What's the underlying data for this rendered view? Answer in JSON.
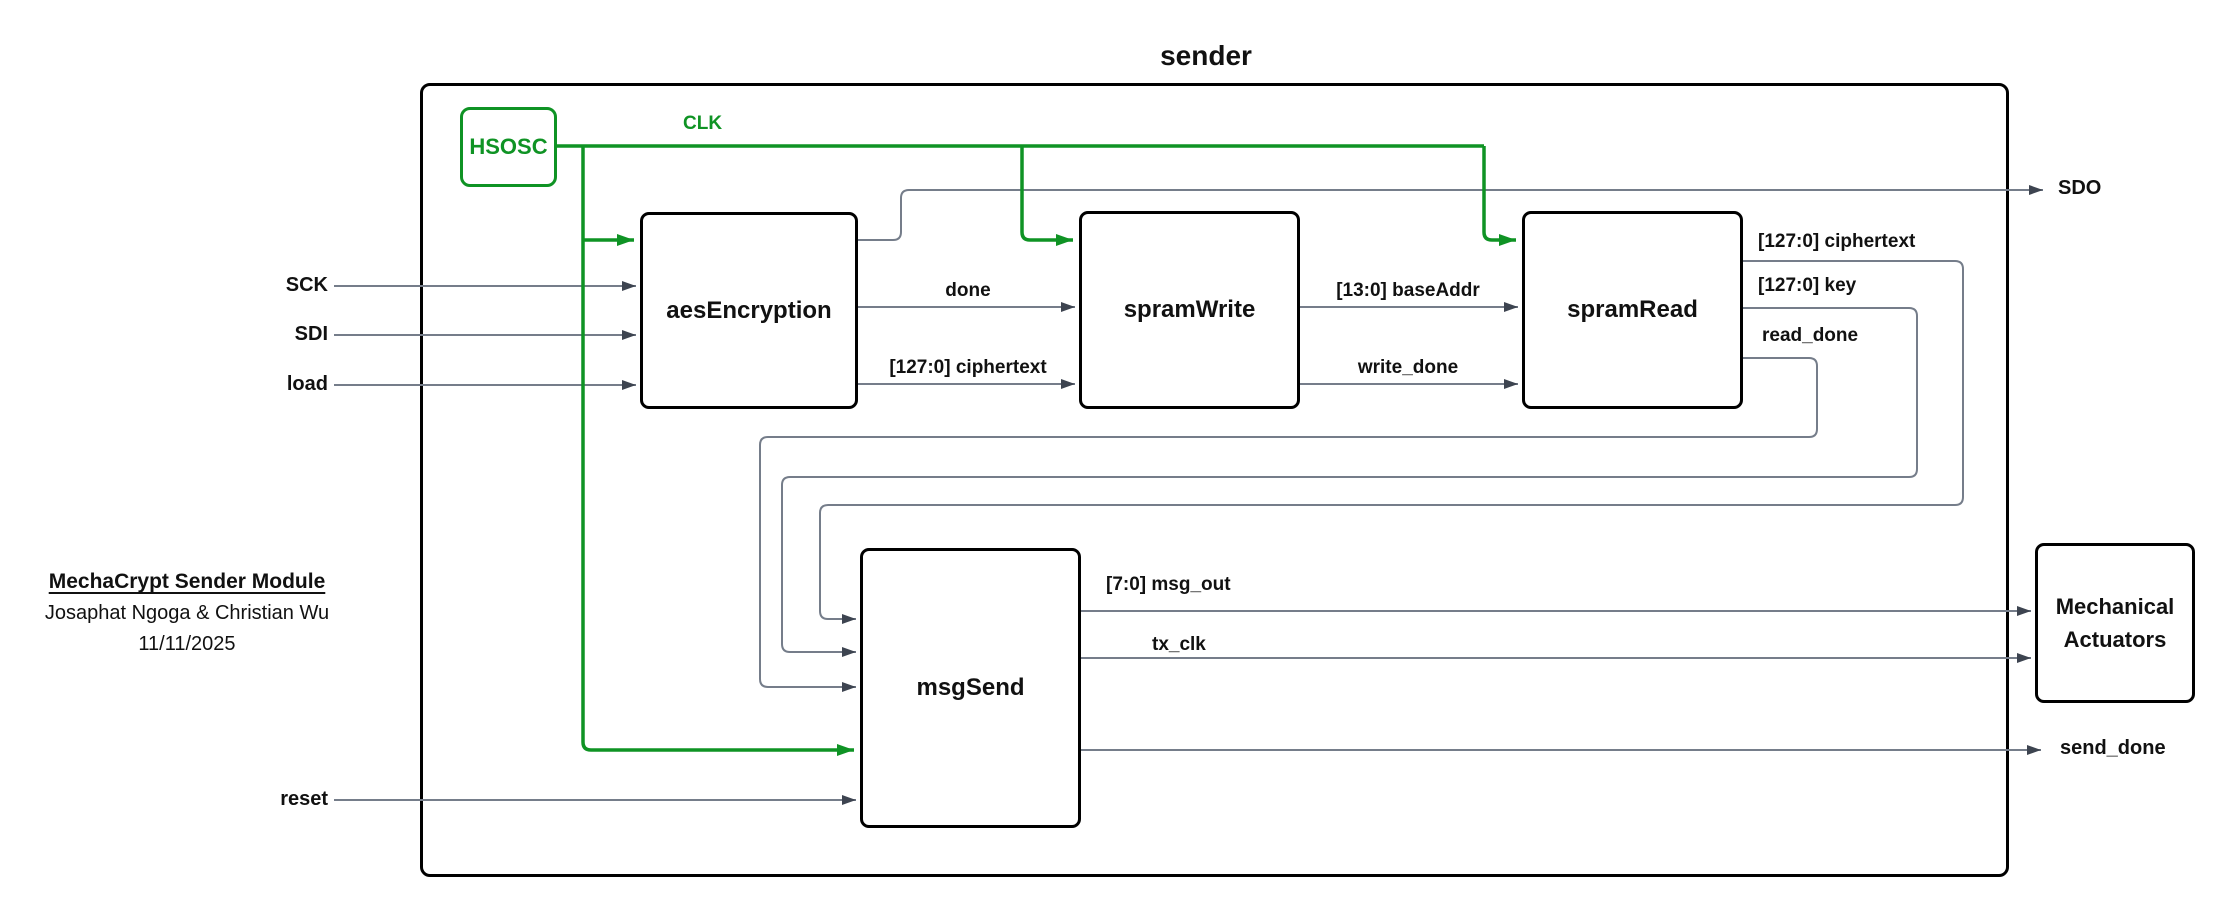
{
  "diagram": {
    "title": "sender",
    "colors": {
      "green": "#0f9324",
      "wire": "#757d8a",
      "arrowhead": "#3d4450",
      "block_border": "#000000"
    },
    "oscillator": {
      "label": "HSOSC"
    },
    "clock": {
      "label": "CLK"
    },
    "blocks": {
      "aes": {
        "label": "aesEncryption"
      },
      "spram_write": {
        "label": "spramWrite"
      },
      "spram_read": {
        "label": "spramRead"
      },
      "msg_send": {
        "label": "msgSend"
      },
      "actuators": {
        "line1": "Mechanical",
        "line2": "Actuators"
      }
    },
    "ports": {
      "sck": "SCK",
      "sdi": "SDI",
      "load": "load",
      "reset": "reset",
      "sdo": "SDO",
      "send_done": "send_done"
    },
    "signals": {
      "done": "done",
      "aes_ciphertext": "[127:0] ciphertext",
      "base_addr": "[13:0] baseAddr",
      "write_done": "write_done",
      "read_ciphertext": "[127:0] ciphertext",
      "read_key": "[127:0] key",
      "read_done": "read_done",
      "msg_out": "[7:0] msg_out",
      "tx_clk": "tx_clk"
    }
  },
  "caption": {
    "title": "MechaCrypt Sender Module",
    "authors": "Josaphat Ngoga & Christian Wu",
    "date": "11/11/2025"
  }
}
